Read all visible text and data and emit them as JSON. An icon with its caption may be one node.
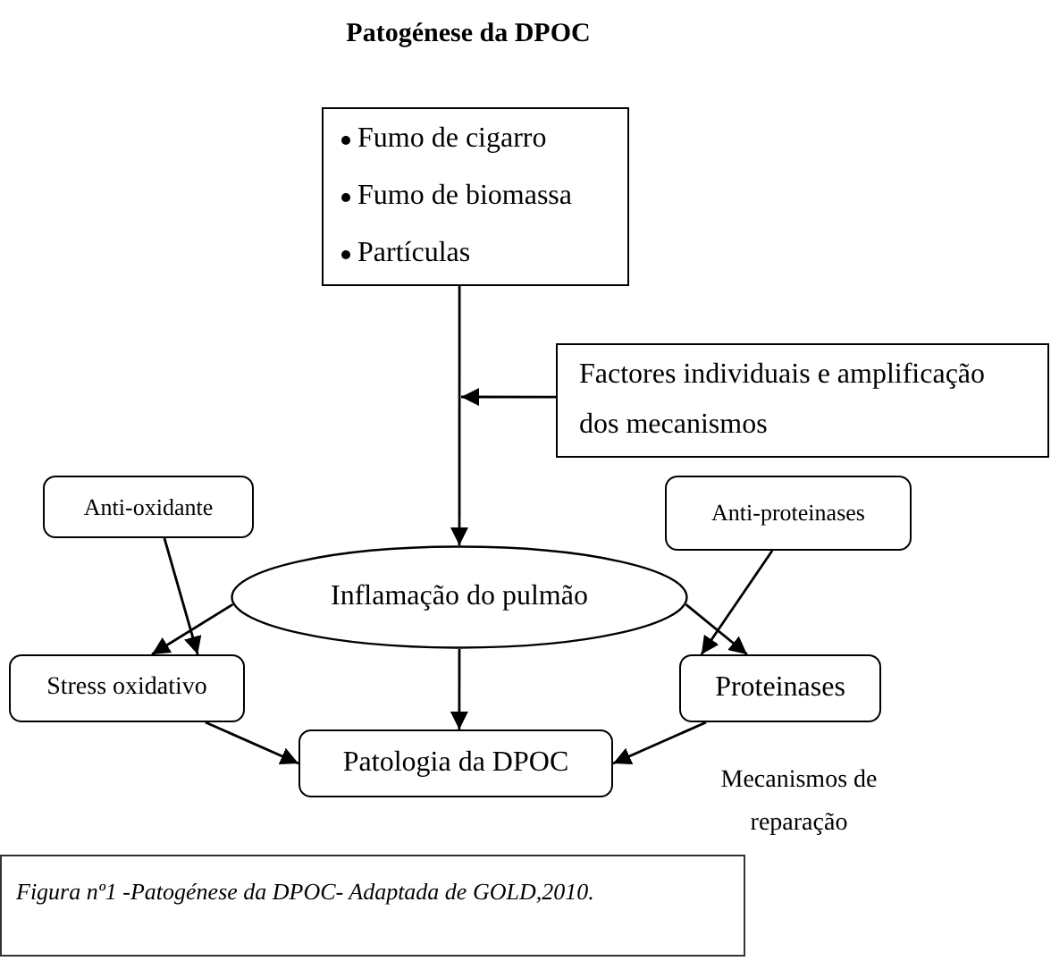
{
  "diagram": {
    "title": "Patogénese da DPOC",
    "caption": "Figura nº1 -Patogénese da DPOC- Adaptada de GOLD,2010.",
    "nodes": [
      {
        "text": [
          "Fumo de cigarro",
          "Fumo de biomassa",
          "Partículas"
        ]
      },
      {
        "text": [
          "Factores individuais e amplificação dos mecanismos"
        ]
      },
      {
        "text": [
          "Anti-oxidante"
        ]
      },
      {
        "text": [
          "Anti-proteinases"
        ]
      },
      {
        "text": [
          "Inflamação do pulmão"
        ]
      },
      {
        "text": [
          "Stress oxidativo"
        ]
      },
      {
        "text": [
          "Proteinases"
        ]
      },
      {
        "text": [
          "Patologia da DPOC"
        ]
      }
    ],
    "edges": [
      {
        "from": 0,
        "to": 4,
        "arrow": "to"
      },
      {
        "from": 1,
        "to": null,
        "arrow": "to"
      },
      {
        "from": 2,
        "to": 5,
        "arrow": "to"
      },
      {
        "from": 3,
        "to": 6,
        "arrow": "to"
      },
      {
        "from": 4,
        "to": 5,
        "arrow": "to"
      },
      {
        "from": 4,
        "to": 6,
        "arrow": "to"
      },
      {
        "from": 4,
        "to": 7,
        "arrow": "to"
      },
      {
        "from": 5,
        "to": 7,
        "arrow": "to"
      },
      {
        "from": 6,
        "to": 7,
        "arrow": "to"
      }
    ],
    "labels": [
      "Mecanismos de reparação"
    ]
  }
}
